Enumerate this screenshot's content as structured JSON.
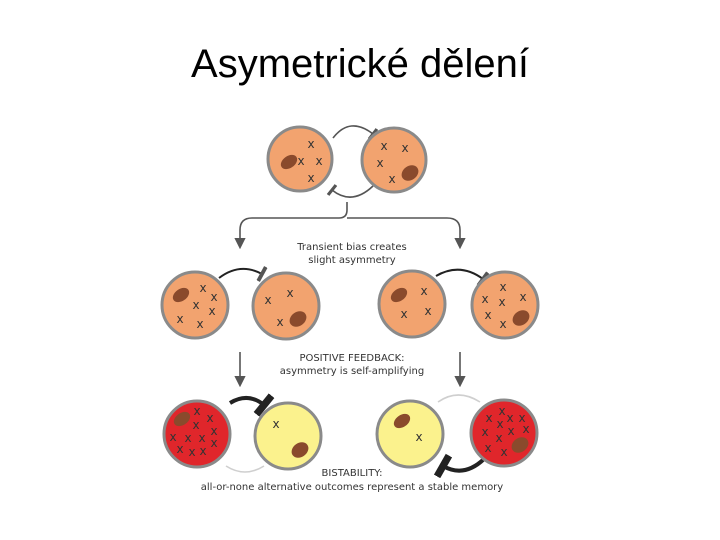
{
  "slide": {
    "title": "Asymetrické dělení"
  },
  "colors": {
    "neutral_cell": "#f2a36f",
    "red_cell": "#e0262b",
    "yellow_cell": "#fbf28d",
    "cell_outline": "#8a8a8a",
    "nucleus": "#8a4a2c",
    "arrow": "#555555",
    "strong_arrow": "#222222",
    "faded_arrow": "#cfcfcf"
  },
  "marker_symbol": "x",
  "captions": {
    "step1_line1": "Transient bias creates",
    "step1_line2": "slight asymmetry",
    "step2_line1": "POSITIVE FEEDBACK:",
    "step2_line2": "asymmetry is self-amplifying",
    "step3_line1": "BISTABILITY:",
    "step3_line2": "all-or-none alternative outcomes represent a stable memory"
  }
}
